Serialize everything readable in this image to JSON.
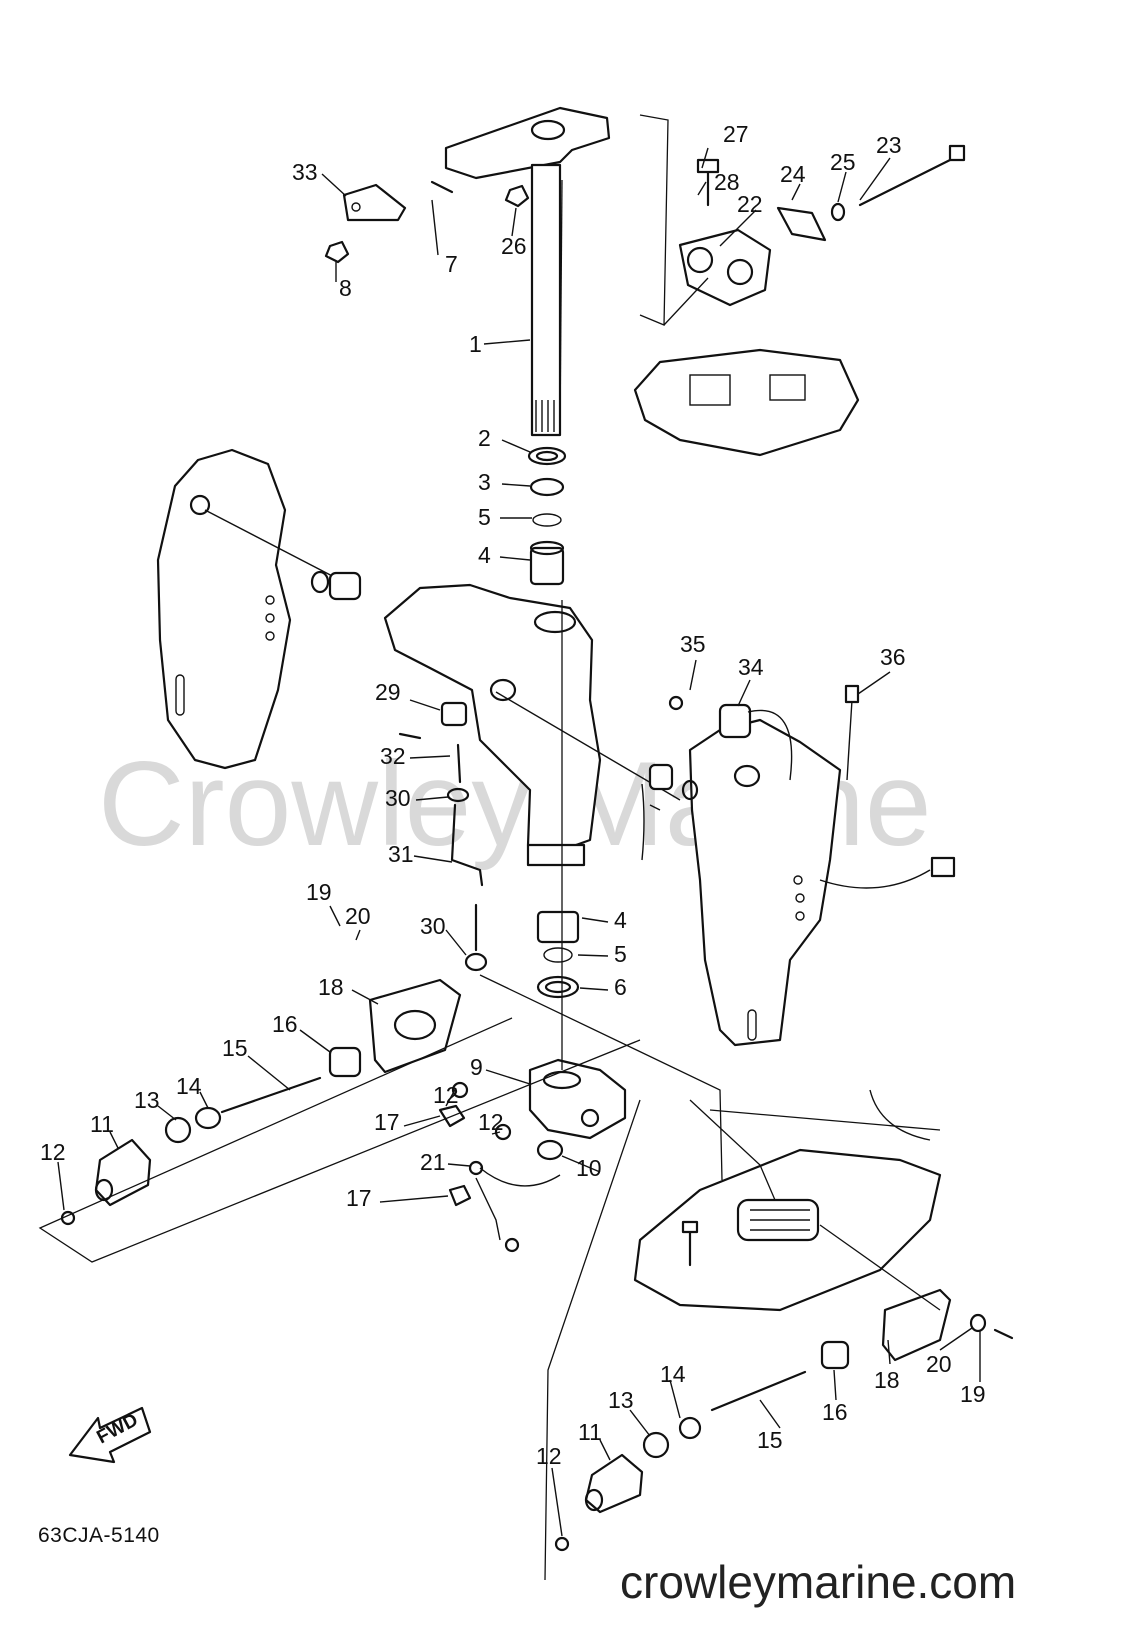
{
  "watermark": "Crowley Marine",
  "diagram_code": "63CJA-5140",
  "fwd_label": "FWD",
  "site_url": "crowleymarine.com",
  "callouts": [
    "1",
    "2",
    "3",
    "5",
    "4",
    "33",
    "7",
    "8",
    "26",
    "27",
    "28",
    "22",
    "24",
    "25",
    "23",
    "35",
    "34",
    "36",
    "29",
    "32",
    "30",
    "31",
    "19",
    "20",
    "30",
    "4",
    "5",
    "6",
    "18",
    "16",
    "15",
    "9",
    "12",
    "17",
    "12",
    "14",
    "13",
    "11",
    "12",
    "21",
    "10",
    "17",
    "18",
    "20",
    "19",
    "16",
    "14",
    "15",
    "13",
    "11",
    "12"
  ]
}
